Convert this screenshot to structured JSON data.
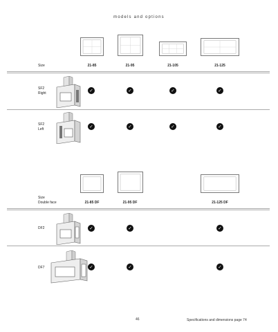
{
  "page_title": "models and options",
  "single": {
    "size_label": "Size",
    "models": [
      "21-85",
      "21-95",
      "21-105",
      "21-125"
    ],
    "rows": [
      {
        "label_1": "SF2",
        "label_2": "Right"
      },
      {
        "label_1": "SF2",
        "label_2": "Left"
      }
    ]
  },
  "double": {
    "size_label": "Size",
    "size_sub": "Double face",
    "models": [
      "21-85 DF",
      "21-95 DF",
      "21-125 DF"
    ],
    "rows": [
      {
        "label": "DF2"
      },
      {
        "label": "DF7"
      }
    ]
  },
  "check_glyph": "✓",
  "footer": {
    "page_number": "46",
    "reference": "Specifications and dimensions page 74"
  }
}
